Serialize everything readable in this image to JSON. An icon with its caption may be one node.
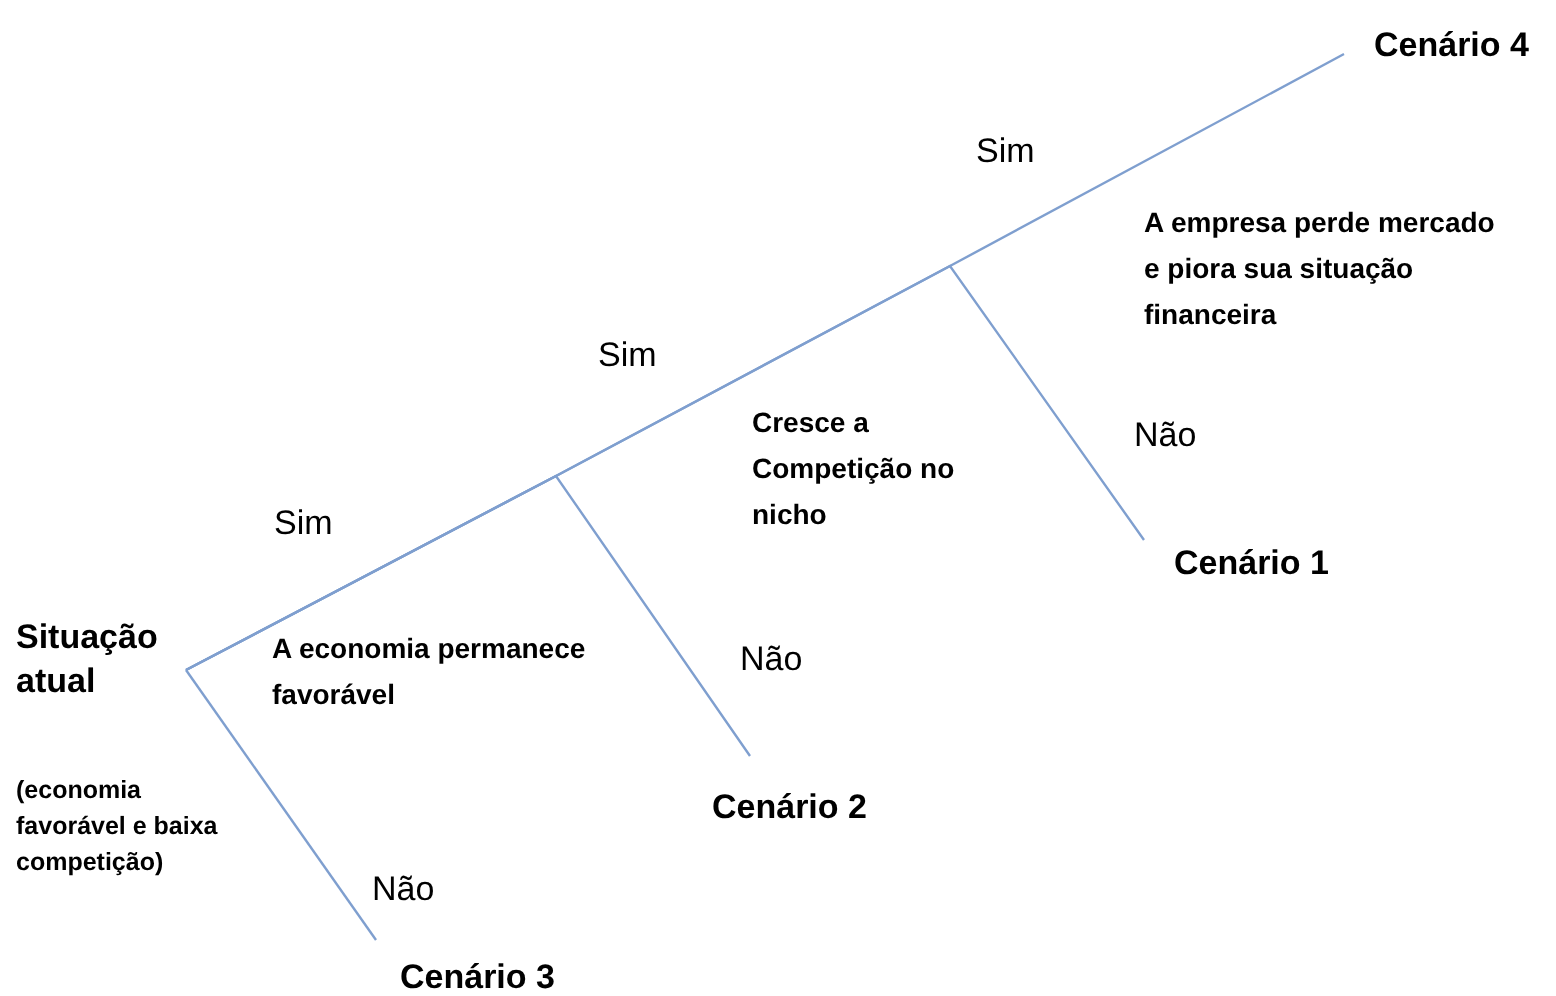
{
  "diagram": {
    "nodes": [
      {
        "text": [
          "Situação atual"
        ],
        "beside": [
          "(economia favorável e baixa competição)"
        ]
      },
      {
        "text": [
          "Cenário 3"
        ]
      },
      {
        "text": [
          "Cenário 2"
        ]
      },
      {
        "text": [
          "Cenário 1"
        ]
      },
      {
        "text": [
          "Cenário 4"
        ]
      }
    ],
    "edges": [
      {
        "from": 0,
        "to": 1,
        "arrow": "none",
        "label": "Não"
      },
      {
        "from": 0,
        "to": 2,
        "arrow": "none",
        "label": "Não"
      },
      {
        "from": 0,
        "to": 3,
        "arrow": "none",
        "label": "Não"
      },
      {
        "from": 0,
        "to": 4,
        "arrow": "none",
        "label": "Sim"
      }
    ],
    "labels": [
      "Sim",
      "Sim",
      "A economia permanece favorável",
      "Cresce a Competição no nicho",
      "A empresa perde mercado e piora sua situação financeira"
    ]
  }
}
